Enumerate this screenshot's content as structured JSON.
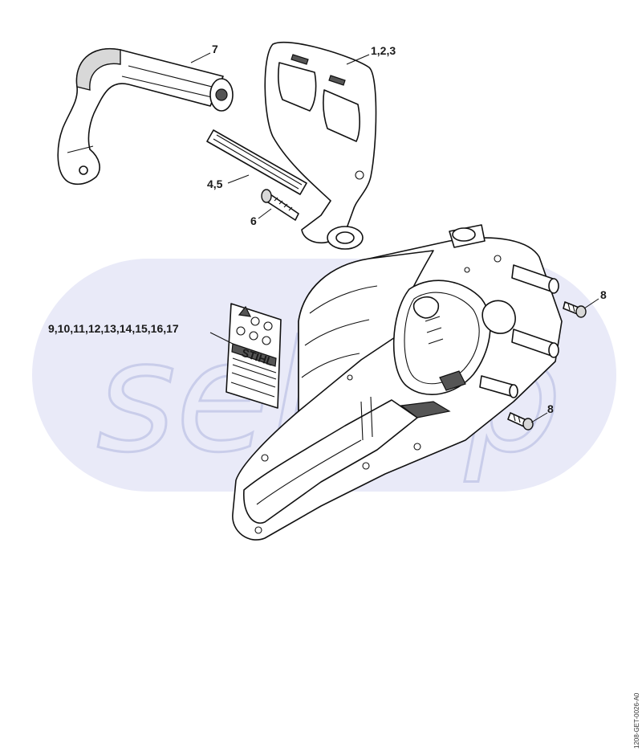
{
  "diagram": {
    "watermark_text": "seltop",
    "document_code": "1208-GET-0026-A0",
    "callouts": {
      "c7": "7",
      "c123": "1,2,3",
      "c45": "4,5",
      "c6": "6",
      "c8a": "8",
      "c8b": "8",
      "c9to17": "9,10,11,12,13,14,15,16,17"
    },
    "label_text": {
      "brand": "STIHL"
    },
    "colors": {
      "watermark_band": "#e9eaf8",
      "watermark_letters": "#c9cdea",
      "line": "#111111"
    }
  }
}
